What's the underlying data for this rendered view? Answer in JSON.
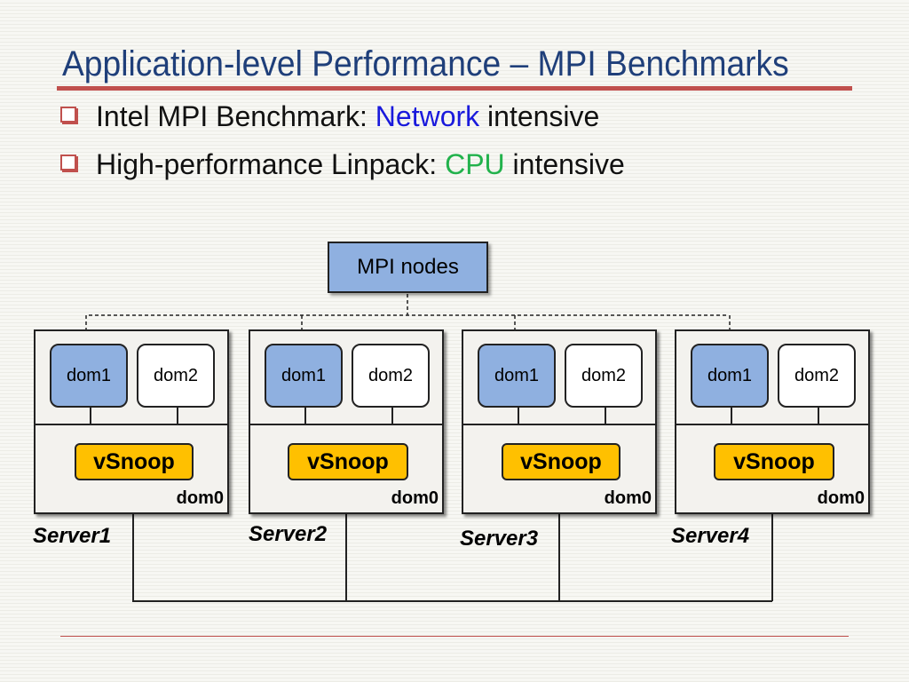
{
  "slide": {
    "title": "Application-level Performance – MPI Benchmarks",
    "bullets": [
      {
        "prefix": "Intel MPI Benchmark: ",
        "accent": "Network",
        "suffix": " intensive",
        "accent_color": "#1a1adc"
      },
      {
        "prefix": "High-performance Linpack: ",
        "accent": "CPU",
        "suffix": " intensive",
        "accent_color": "#22b24c"
      }
    ]
  },
  "diagram": {
    "mpi_nodes_label": "MPI nodes",
    "servers": [
      {
        "name": "Server1",
        "dom1": "dom1",
        "dom2": "dom2",
        "vsnoop": "vSnoop",
        "dom0": "dom0"
      },
      {
        "name": "Server2",
        "dom1": "dom1",
        "dom2": "dom2",
        "vsnoop": "vSnoop",
        "dom0": "dom0"
      },
      {
        "name": "Server3",
        "dom1": "dom1",
        "dom2": "dom2",
        "vsnoop": "vSnoop",
        "dom0": "dom0"
      },
      {
        "name": "Server4",
        "dom1": "dom1",
        "dom2": "dom2",
        "vsnoop": "vSnoop",
        "dom0": "dom0"
      }
    ]
  },
  "colors": {
    "title": "#1f3f7a",
    "rule": "#c0504d",
    "dom1_fill": "#8fb0e0",
    "vsnoop_fill": "#ffc000"
  }
}
